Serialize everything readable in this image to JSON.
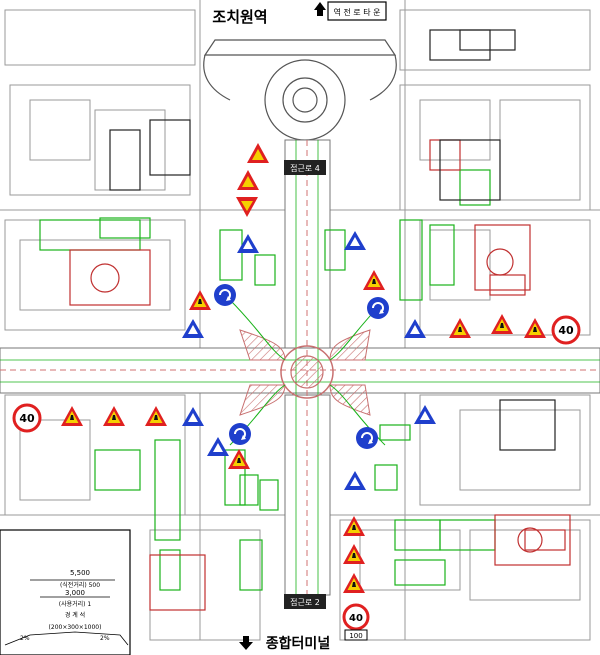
{
  "titles": {
    "top_station": "조치원역",
    "bottom_terminal": "종합터미널"
  },
  "approach_labels": {
    "north": "접근로 4",
    "south": "접근로 2"
  },
  "top_right_box": "역 전 로 타 운",
  "speed_limits": {
    "east": "40",
    "west": "40",
    "south": "40"
  },
  "distance_plate": "100",
  "scale_legend": {
    "dim_outer": "5,500",
    "dim_outer_sub": "(식전거리) 500",
    "dim_inner": "3,000",
    "dim_inner_sub": "(사용거리) 1",
    "ratio_label": "경 계 석",
    "size_label": "(200×300×1000)",
    "marks": [
      "2%",
      "2%"
    ]
  },
  "colors": {
    "road_green": "#19b219",
    "sign_red": "#e02020",
    "sign_blue": "#1f3fcc",
    "sign_yellow": "#f5d000",
    "island_hatch": "#d08080",
    "building_line": "#9a9a9a"
  }
}
